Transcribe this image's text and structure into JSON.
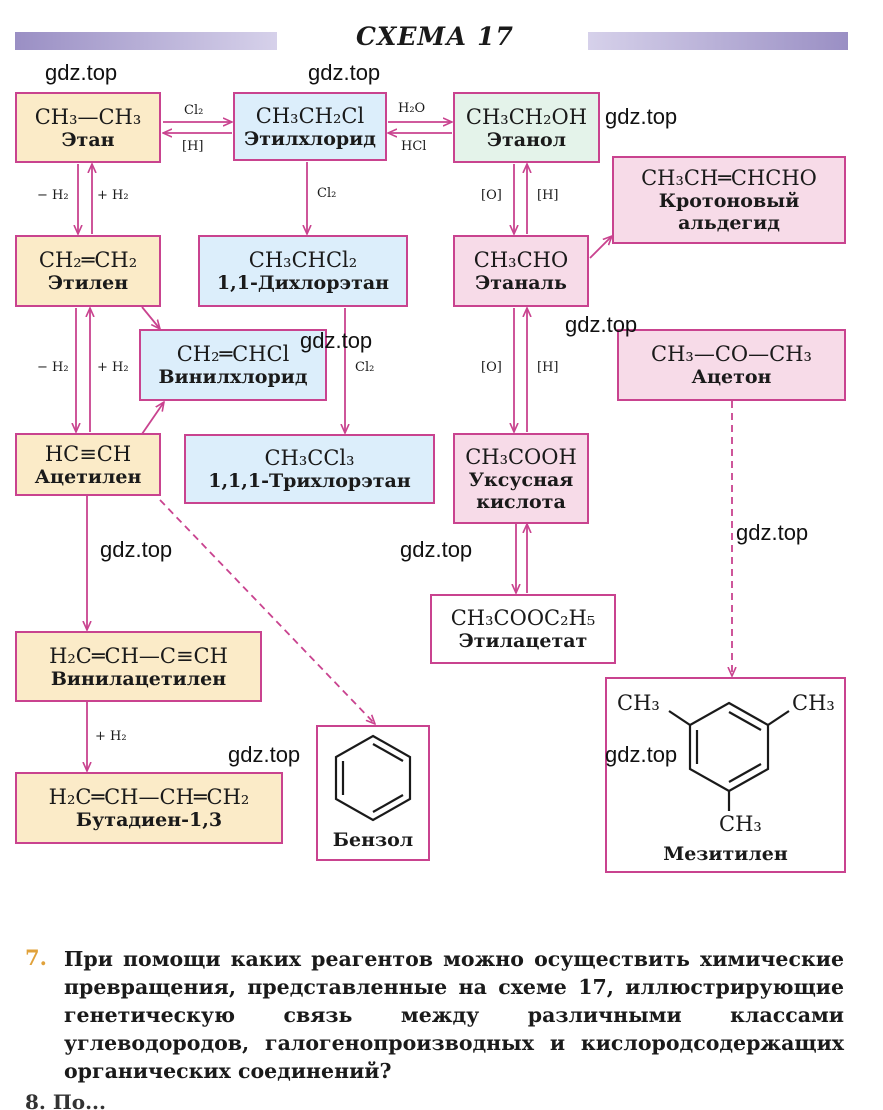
{
  "title": "СХЕМА 17",
  "watermark": "gdz.top",
  "nodes": {
    "ethane": {
      "formula": "CH₃—CH₃",
      "name": "Этан"
    },
    "ethyl_chloride": {
      "formula": "CH₃CH₂Cl",
      "name": "Этилхлорид"
    },
    "ethanol": {
      "formula": "CH₃CH₂OH",
      "name": "Этанол"
    },
    "crotonaldehyde": {
      "formula": "CH₃CH═CHCHO",
      "name1": "Кротоновый",
      "name2": "альдегид"
    },
    "ethylene": {
      "formula": "CH₂═CH₂",
      "name": "Этилен"
    },
    "dichloroethane": {
      "formula": "CH₃CHCl₂",
      "name": "1,1-Дихлорэтан"
    },
    "ethanal": {
      "formula": "CH₃CHO",
      "name": "Этаналь"
    },
    "vinyl_chloride": {
      "formula": "CH₂═CHCl",
      "name": "Винилхлорид"
    },
    "acetone": {
      "formula": "CH₃—CO—CH₃",
      "name": "Ацетон"
    },
    "acetylene": {
      "formula": "HC≡CH",
      "name": "Ацетилен"
    },
    "trichloroethane": {
      "formula": "CH₃CCl₃",
      "name": "1,1,1-Трихлорэтан"
    },
    "acetic_acid": {
      "formula": "CH₃COOH",
      "name1": "Уксусная",
      "name2": "кислота"
    },
    "ethyl_acetate": {
      "formula": "CH₃COOC₂H₅",
      "name": "Этилацетат"
    },
    "vinylacetylene": {
      "formula": "H₂C═CH—C≡CH",
      "name": "Винилацетилен"
    },
    "butadiene": {
      "formula": "H₂C═CH—CH═CH₂",
      "name": "Бутадиен-1,3"
    },
    "benzene": {
      "name": "Бензол"
    },
    "mesitylene": {
      "name": "Мезитилен",
      "ch3": "CH₃"
    }
  },
  "labels": {
    "cl2": "Cl₂",
    "h": "[H]",
    "h2o": "H₂O",
    "hcl": "HCl",
    "minus_h2": "− H₂",
    "plus_h2": "+ H₂",
    "o": "[O]"
  },
  "question": {
    "number": "7.",
    "text": "При помощи каких реагентов можно осуществить химические превращения, представленные на схеме 17, иллюстрирующие генетическую связь между различными классами углеводородов, галогенопроизводных и кислородсодержащих органических соединений?",
    "next_line_fragment": "8. По..."
  },
  "colors": {
    "arrow": "#c9438f",
    "hydrocarbon_fill": "#fbebc8",
    "halogen_fill": "#dceefb",
    "alcohol_fill": "#e4f3ea",
    "carbonyl_fill": "#f7dbe8",
    "title_bar": "#9a8fc4",
    "question_number": "#e0a13a"
  }
}
